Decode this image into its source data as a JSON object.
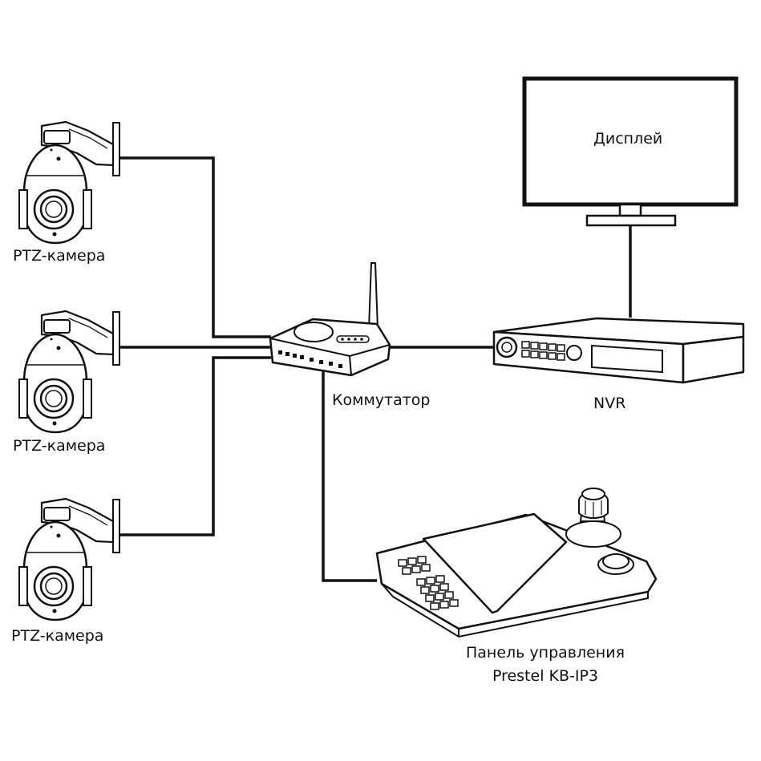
{
  "devices": {
    "cameras": [
      {
        "label": "PTZ-камера"
      },
      {
        "label": "PTZ-камера"
      },
      {
        "label": "PTZ-камера"
      }
    ],
    "switch": {
      "label": "Коммутатор"
    },
    "nvr": {
      "label": "NVR"
    },
    "display": {
      "label": "Дисплей"
    },
    "keyboard": {
      "label_line1": "Панель управления",
      "label_line2": "Prestel KB-IP3"
    }
  },
  "colors": {
    "line": "#111111",
    "background": "#ffffff",
    "fill_light": "#f2f2f2",
    "fill_mid": "#d9d9d9"
  }
}
